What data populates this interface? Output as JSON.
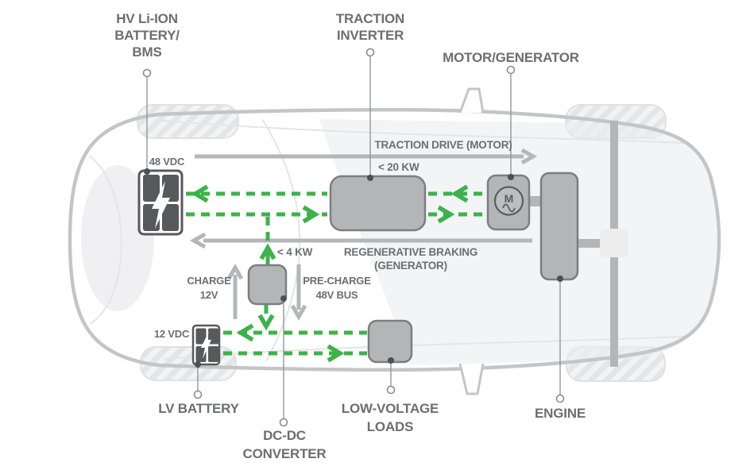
{
  "diagram": "48V mild-hybrid vehicle electrical architecture (top view)",
  "labels": {
    "hv_battery": {
      "l1": "HV Li-ION",
      "l2": "BATTERY/",
      "l3": "BMS"
    },
    "traction_inverter": {
      "l1": "TRACTION",
      "l2": "INVERTER"
    },
    "motor_generator": {
      "l1": "MOTOR/GENERATOR"
    },
    "engine": {
      "l1": "ENGINE"
    },
    "lv_battery": {
      "l1": "LV BATTERY"
    },
    "dcdc_converter": {
      "l1": "DC-DC",
      "l2": "CONVERTER"
    },
    "low_voltage_loads": {
      "l1": "LOW-VOLTAGE",
      "l2": "LOADS"
    }
  },
  "annotations": {
    "hv_voltage": "48 VDC",
    "lv_voltage": "12 VDC",
    "inverter_power": "< 20 KW",
    "dcdc_power": "< 4 KW",
    "traction_drive": "TRACTION DRIVE (MOTOR)",
    "regen_braking_1": "REGENERATIVE BRAKING",
    "regen_braking_2": "(GENERATOR)",
    "charge_1": "CHARGE",
    "charge_2": "12V",
    "precharge_1": "PRE-CHARGE",
    "precharge_2": "48V BUS",
    "motor_symbol": "M"
  },
  "colors": {
    "bus_green": "#3cb34a",
    "flow_arrow_gray": "#b4b6b8",
    "component_fill": "#b3b5b7",
    "component_border": "#7c7e81",
    "battery_cell": "#58595b",
    "text_gray": "#6d6e71",
    "car_outline": "#c4c5c7"
  }
}
